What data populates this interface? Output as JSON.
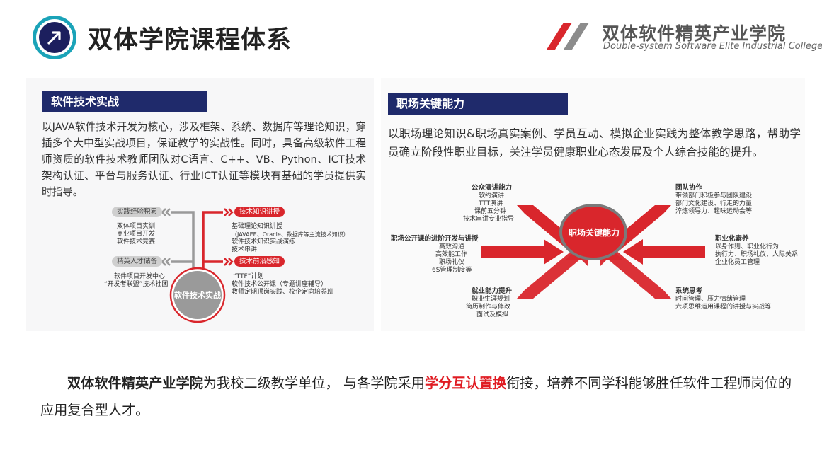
{
  "header": {
    "title": "双体学院课程体系",
    "icon": "arrow-up-right-icon",
    "logo_cn": "双体软件精英产业学院",
    "logo_en": "Double-system Software Elite Industrial College"
  },
  "colors": {
    "navy": "#1f2a6b",
    "red": "#e01b22",
    "teal": "#1aa3b8",
    "gray": "#9a9a9a"
  },
  "left": {
    "heading": "软件技术实战",
    "paragraph": "以JAVA软件技术开发为核心，涉及框架、系统、数据库等理论知识，穿插多个大中型实战项目，保证教学的实战性。同时，具备高级软件工程师资质的软件技术教师团队对C语言、C++、VB、Python、ICT技术架构认证、平台与服务认证、行业ICT认证等模块有基础的学员提供实时指导。",
    "center": "软件技术实战",
    "pill1": "实践经验积累",
    "pill1_items": [
      "双体项目实训",
      "商业项目开发",
      "软件技术竞赛"
    ],
    "pill2": "精英人才储备",
    "pill2_items": [
      "软件项目开发中心",
      "“开发者联盟”技术社团"
    ],
    "pill3": "技术知识讲授",
    "pill3_items": [
      "基础理论知识讲授",
      "（JAVAEE、Oracle、数据库等主流技术知识）",
      "软件技术知识实战演练",
      "技术串讲"
    ],
    "pill4": "技术前沿感知",
    "pill4_items": [
      "“TTF”计划",
      "软件技术公开课（专题讲座辅导）",
      "教师定期顶岗实践、校企定向培养班"
    ]
  },
  "right": {
    "heading": "职场关键能力",
    "paragraph": "以职场理论知识&职场真实案例、学员互动、模拟企业实践为整体教学思路，帮助学员确立阶段性职业目标，关注学员健康职业心态发展及个人综合技能的提升。",
    "center": "职场关键能力",
    "g1_title": "公众演讲能力",
    "g1_items": [
      "软约演讲",
      "TTT演讲",
      "课前五分钟",
      "技术串讲专业指导"
    ],
    "g2_title": "职场公开课的进阶开发与讲授",
    "g2_items": [
      "高效沟通",
      "高效能工作",
      "职场礼仪",
      "6S管理制度等"
    ],
    "g3_title": "就业能力提升",
    "g3_items": [
      "职业生涯规划",
      "简历制作与修改",
      "面试及模拟"
    ],
    "g4_title": "团队协作",
    "g4_items": [
      "带领部门积极参与团队建设",
      "部门文化建设、行走的力量",
      "淬炼领导力、趣味运动会等"
    ],
    "g5_title": "职业化素养",
    "g5_items": [
      "以身作则、职业化行为",
      "执行力、职场礼仪、人际关系",
      "企业化员工管理"
    ],
    "g6_title": "系统思考",
    "g6_items": [
      "时间管理、压力情绪管理",
      "六项思维运用课程的讲授与实战等"
    ]
  },
  "bottom": {
    "b1": "双体软件精英产业学院",
    "t1": "为我校二级教学单位， 与各学院采用",
    "b2": "学分互认置换",
    "t2": "衔接，培养不同学科能够胜任软件工程师岗位的应用复合型人才。"
  }
}
